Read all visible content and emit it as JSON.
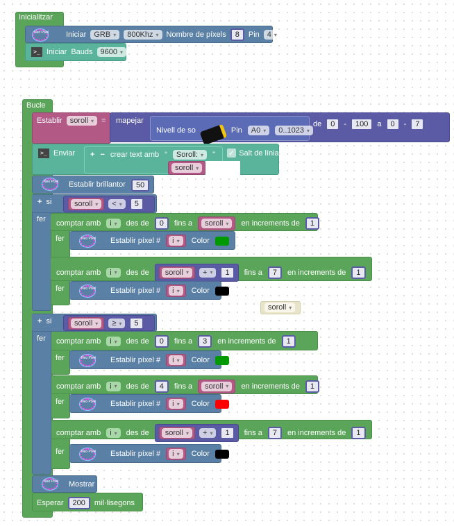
{
  "init": {
    "title": "Inicialitzar",
    "neopixel": {
      "label": "Iniciar",
      "type": "GRB",
      "freq": "800Khz",
      "count_label": "Nombre de píxels",
      "count": "8",
      "pin_label": "Pin",
      "pin": "4"
    },
    "serial": {
      "label": "Iniciar",
      "bauds_label": "Bauds",
      "bauds": "9600"
    }
  },
  "loop": {
    "title": "Bucle",
    "set": {
      "label": "Establir",
      "var": "soroll",
      "eq": "=",
      "map": "mapejar",
      "sensor": "Nivell de so",
      "pin_label": "Pin",
      "pin": "A0",
      "range": "0..1023",
      "de": "de",
      "from_lo": "0",
      "dash": "-",
      "from_hi": "100",
      "a": "a",
      "to_lo": "0",
      "to_hi": "7"
    },
    "send": {
      "label": "Enviar",
      "plus": "+",
      "minus": "−",
      "create": "crear text amb",
      "text": "Soroll:",
      "newline": "Salt de línia",
      "var": "soroll"
    },
    "brightness": {
      "label": "Establir brillantor",
      "value": "50"
    },
    "if1": {
      "si": "si",
      "plus": "+",
      "fer": "fer",
      "var": "soroll",
      "op": "<",
      "value": "5",
      "for1": {
        "label": "comptar amb",
        "var": "i",
        "from": "des de",
        "start": "0",
        "to": "fins a",
        "end": "soroll",
        "by": "en increments de",
        "step": "1",
        "fer": "fer",
        "pixel": "Establir píxel #",
        "idx": "i",
        "color_label": "Color",
        "color": "#009900"
      },
      "for2": {
        "label": "comptar amb",
        "var": "i",
        "from": "des de",
        "start_var": "soroll",
        "start_op": "+",
        "start_num": "1",
        "to": "fins a",
        "end": "7",
        "by": "en increments de",
        "step": "1",
        "fer": "fer",
        "pixel": "Establir píxel #",
        "idx": "i",
        "color_label": "Color",
        "color": "#000000"
      }
    },
    "floating_var": "soroll",
    "if2": {
      "si": "si",
      "plus": "+",
      "fer": "fer",
      "var": "soroll",
      "op": "≥",
      "value": "5",
      "for1": {
        "label": "comptar amb",
        "var": "i",
        "from": "des de",
        "start": "0",
        "to": "fins a",
        "end": "3",
        "by": "en increments de",
        "step": "1",
        "fer": "fer",
        "pixel": "Establir píxel #",
        "idx": "i",
        "color_label": "Color",
        "color": "#009900"
      },
      "for2": {
        "label": "comptar amb",
        "var": "i",
        "from": "des de",
        "start": "4",
        "to": "fins a",
        "end": "soroll",
        "by": "en increments de",
        "step": "1",
        "fer": "fer",
        "pixel": "Establir píxel #",
        "idx": "i",
        "color_label": "Color",
        "color": "#ff0000"
      },
      "for3": {
        "label": "comptar amb",
        "var": "i",
        "from": "des de",
        "start_var": "soroll",
        "start_op": "+",
        "start_num": "1",
        "to": "fins a",
        "end": "7",
        "by": "en increments de",
        "step": "1",
        "fer": "fer",
        "pixel": "Establir píxel #",
        "idx": "i",
        "color_label": "Color",
        "color": "#000000"
      }
    },
    "show": {
      "label": "Mostrar"
    },
    "wait": {
      "label": "Esperar",
      "value": "200",
      "unit": "mil·lisegons"
    }
  },
  "icons": {
    "neopixel": "Neo Pixel",
    "serial": ">_"
  }
}
